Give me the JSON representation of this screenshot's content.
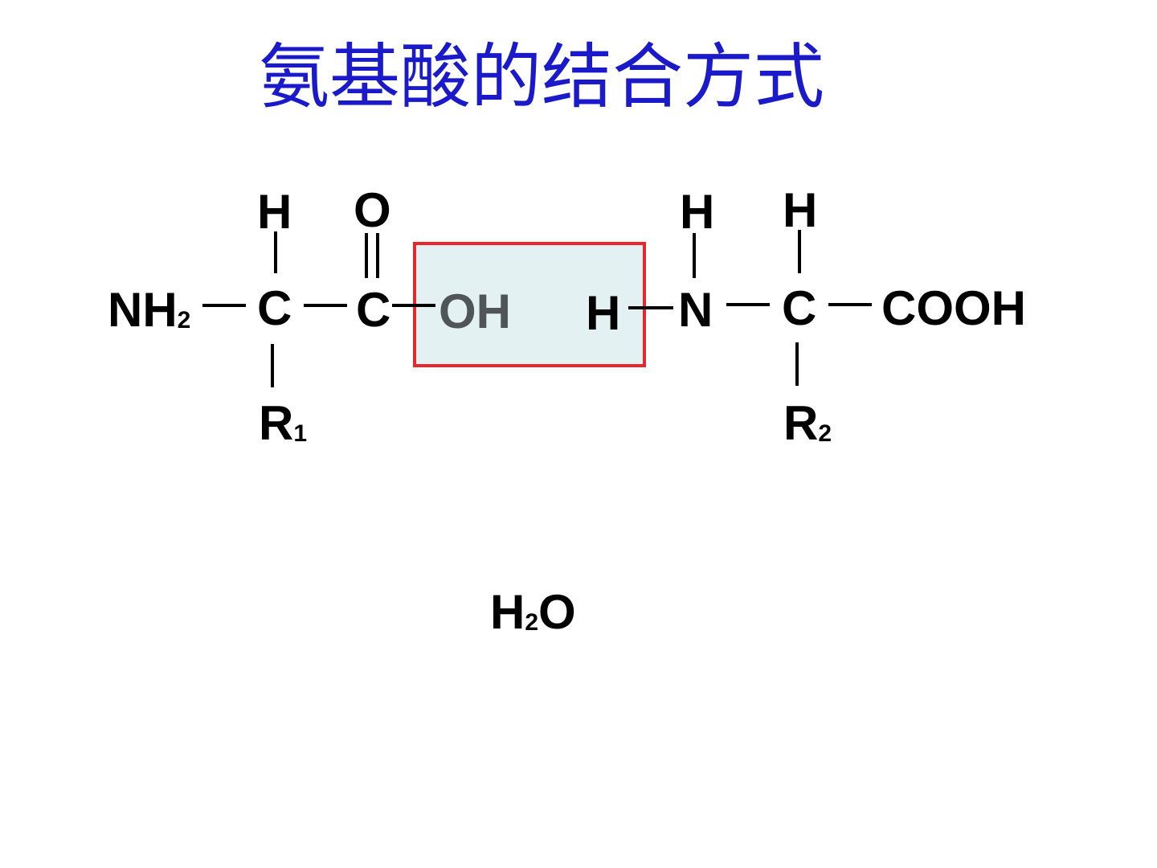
{
  "title": "氨基酸的结合方式",
  "colors": {
    "title": "#1a1acb",
    "text": "#000000",
    "hydroxyl": "#4f5558",
    "box_border": "#e8262b",
    "box_fill": "#e4f1f3"
  },
  "molecule_1": {
    "amino_group": "NH",
    "amino_sub": "2",
    "alpha_carbon": "C",
    "alpha_h": "H",
    "side_chain": "R",
    "side_chain_sub": "1",
    "carboxyl_carbon": "C",
    "carbonyl_oxygen": "O",
    "hydroxyl": "OH"
  },
  "molecule_2": {
    "amino_h_left": "H",
    "nitrogen": "N",
    "nitrogen_h": "H",
    "alpha_carbon": "C",
    "alpha_h": "H",
    "carboxyl": "COOH",
    "side_chain": "R",
    "side_chain_sub": "2"
  },
  "product": {
    "water_h": "H",
    "water_sub": "2",
    "water_o": "O"
  }
}
